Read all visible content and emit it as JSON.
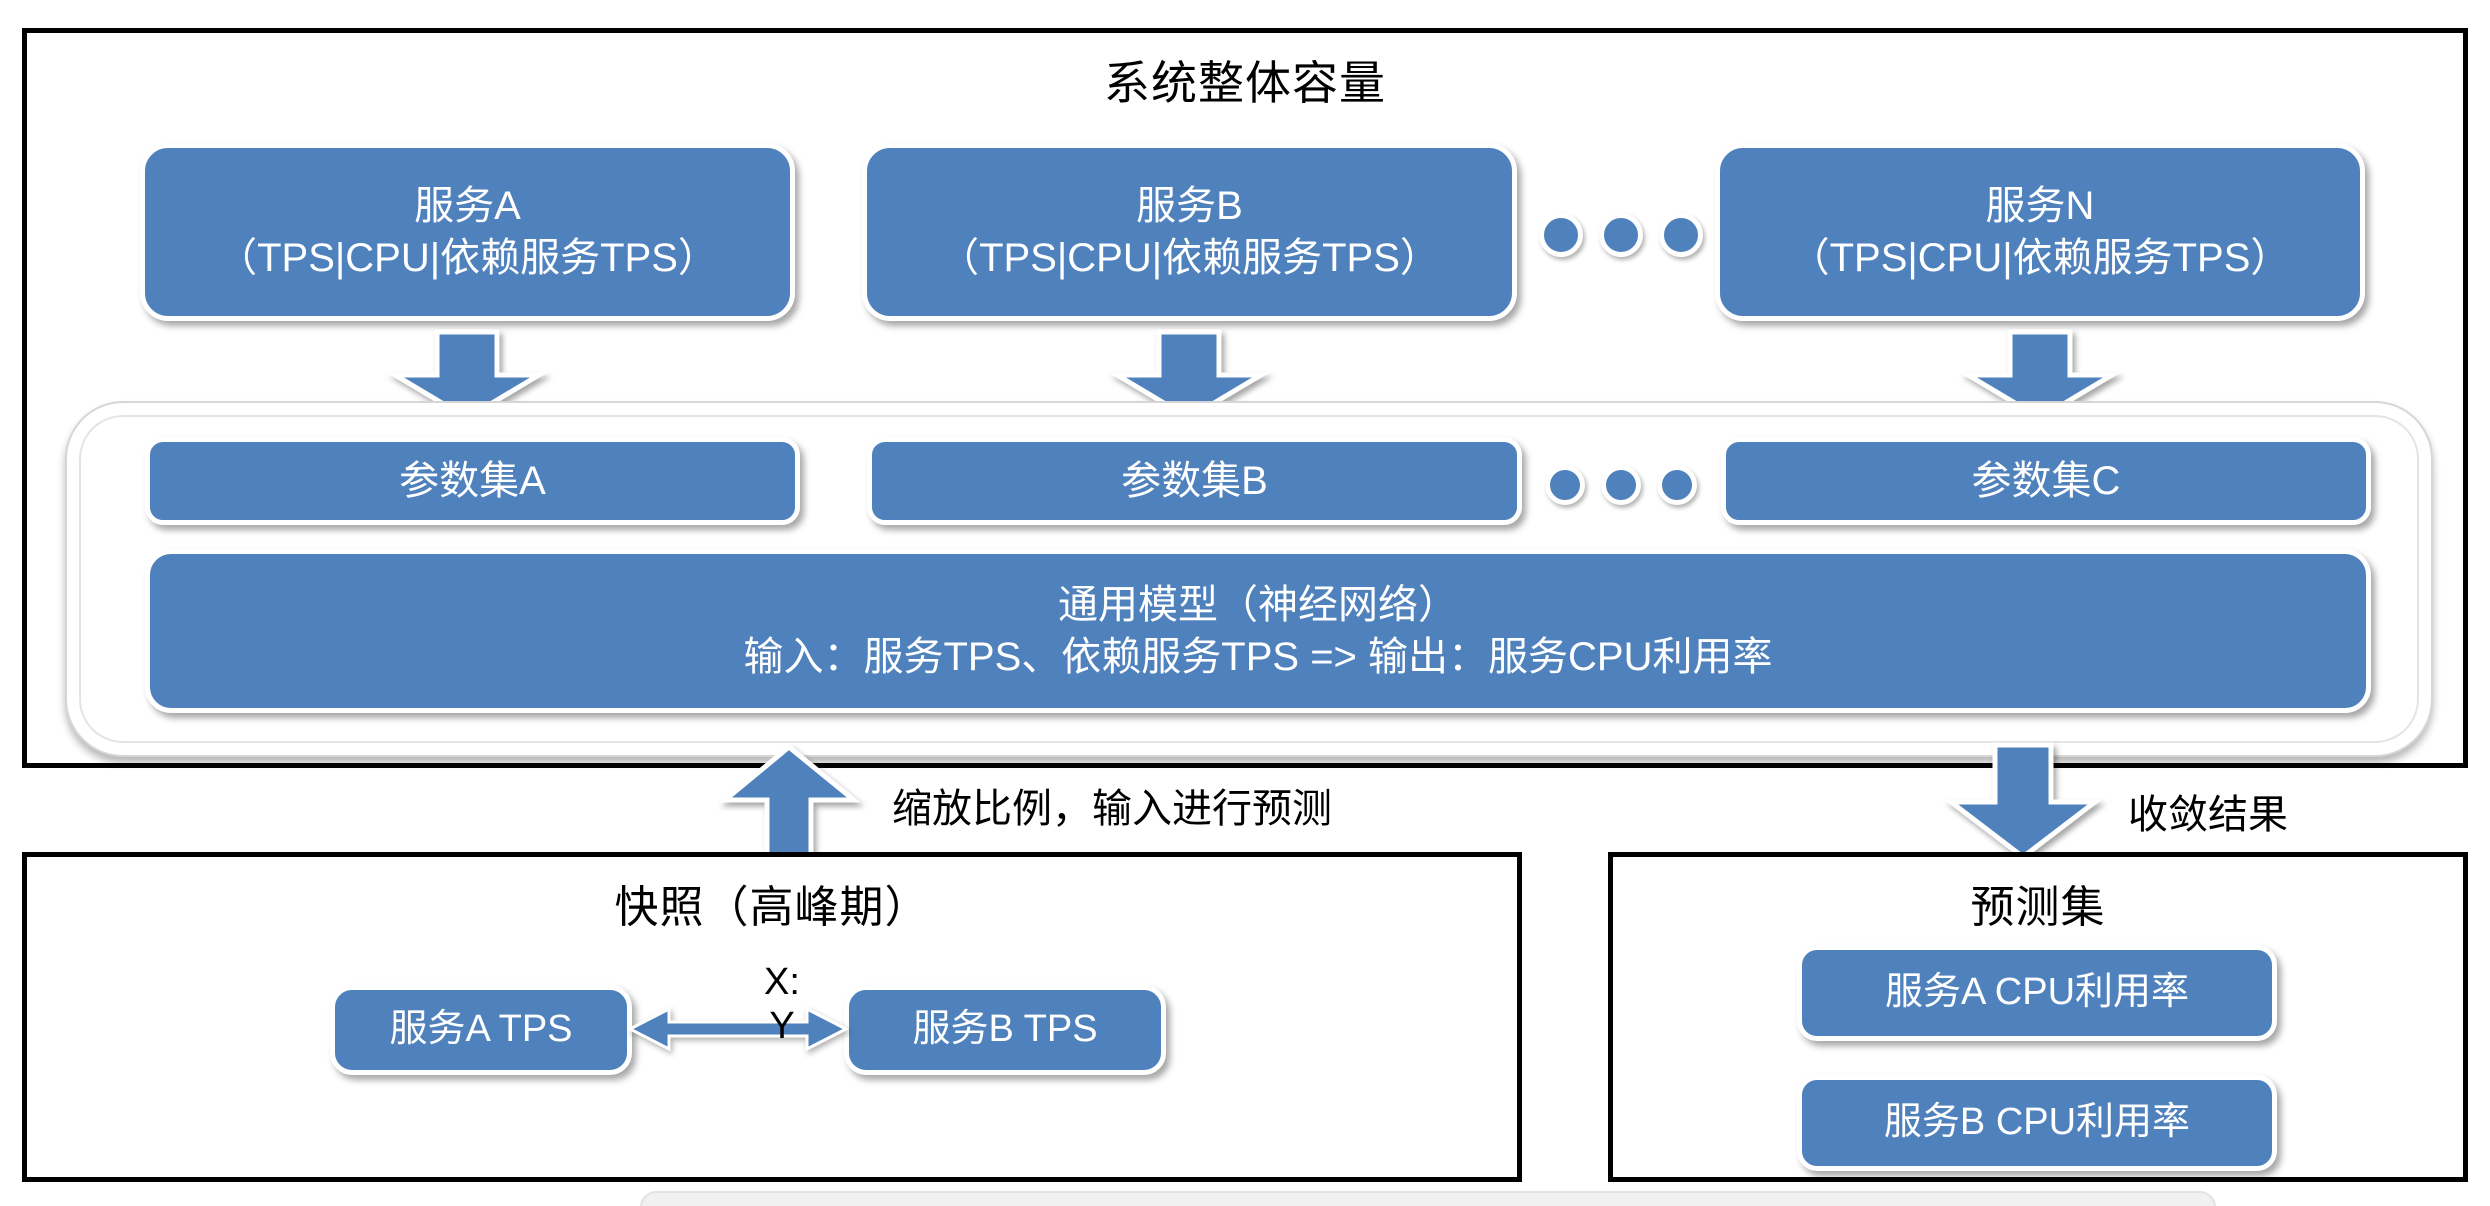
{
  "colors": {
    "box_blue": "#4f81bd",
    "panel_border": "#000000",
    "box_text": "#ffffff",
    "label_text": "#000000"
  },
  "main": {
    "title": "系统整体容量",
    "services": [
      {
        "line1": "服务A",
        "line2": "（TPS|CPU|依赖服务TPS）"
      },
      {
        "line1": "服务B",
        "line2": "（TPS|CPU|依赖服务TPS）"
      },
      {
        "line1": "服务N",
        "line2": "（TPS|CPU|依赖服务TPS）"
      }
    ],
    "param_sets": [
      {
        "label": "参数集A"
      },
      {
        "label": "参数集B"
      },
      {
        "label": "参数集C"
      }
    ],
    "model": {
      "line1": "通用模型（神经网络）",
      "line2": "输入：服务TPS、依赖服务TPS => 输出：服务CPU利用率"
    }
  },
  "flows": {
    "input_label": "缩放比例，输入进行预测",
    "output_label": "收敛结果"
  },
  "snapshot": {
    "title": "快照（高峰期）",
    "node_a": "服务A TPS",
    "node_b": "服务B TPS",
    "relation_line1": "X:",
    "relation_line2": "Y"
  },
  "prediction": {
    "title": "预测集",
    "items": [
      {
        "label": "服务A CPU利用率"
      },
      {
        "label": "服务B CPU利用率"
      }
    ]
  }
}
